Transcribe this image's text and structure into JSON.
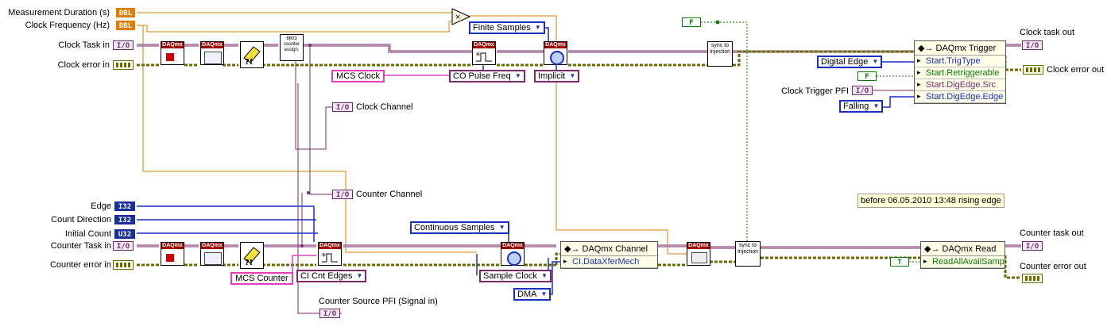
{
  "controls": {
    "measurement_duration": "Measurement Duration (s)",
    "clock_frequency": "Clock Frequency (Hz)",
    "clock_task_in": "Clock Task in",
    "clock_error_in": "Clock error in",
    "edge": "Edge",
    "count_direction": "Count Direction",
    "initial_count": "Initial Count",
    "counter_task_in": "Counter Task in",
    "counter_error_in": "Counter error in",
    "clock_trigger_pfi": "Clock Trigger PFI",
    "counter_source_pfi": "Counter Source PFI (Signal in)"
  },
  "indicators": {
    "clock_channel": "Clock Channel",
    "counter_channel": "Counter Channel",
    "clock_task_out": "Clock task out",
    "clock_error_out": "Clock error out",
    "counter_task_out": "Counter task out",
    "counter_error_out": "Counter error out"
  },
  "terminal_types": {
    "dbl": "DBL",
    "io": "I/O",
    "i32": "I32",
    "u32": "U32",
    "bool_true": "T",
    "bool_false": "F"
  },
  "constants": {
    "finite_samples": "Finite Samples",
    "mcs_clock": "MCS Clock",
    "co_pulse_freq": "CO Pulse Freq",
    "implicit": "Implicit",
    "digital_edge": "Digital Edge",
    "falling": "Falling",
    "continuous_samples": "Continuous Samples",
    "mcs_counter": "MCS Counter",
    "ci_cnt_edges": "CI Cnt Edges",
    "sample_clock": "Sample Clock",
    "dma": "DMA"
  },
  "vis": {
    "daqmx_label": "DAQmx",
    "counter_assign": "6603 counter assign.",
    "sync_label": "sync to Injection"
  },
  "property_nodes": {
    "trigger": {
      "title": "DAQmx Trigger",
      "rows": [
        "Start.TrigType",
        "Start.Retriggerable",
        "Start.DigEdge.Src",
        "Start.DigEdge.Edge"
      ]
    },
    "channel": {
      "title": "DAQmx Channel",
      "rows": [
        "CI.DataXferMech"
      ]
    },
    "read": {
      "title": "DAQmx Read",
      "rows": [
        "ReadAllAvailSamp"
      ]
    }
  },
  "comment": "before 06.05.2010 13:48 rising edge",
  "colors": {
    "dbl_wire": "#e07c00",
    "task_wire": "#7a2a6a",
    "error_wire": "#6a6a00",
    "enum_wire": "#1a2fc0",
    "bool_wire": "#0a7a0a",
    "string_wire": "#e040c0"
  }
}
